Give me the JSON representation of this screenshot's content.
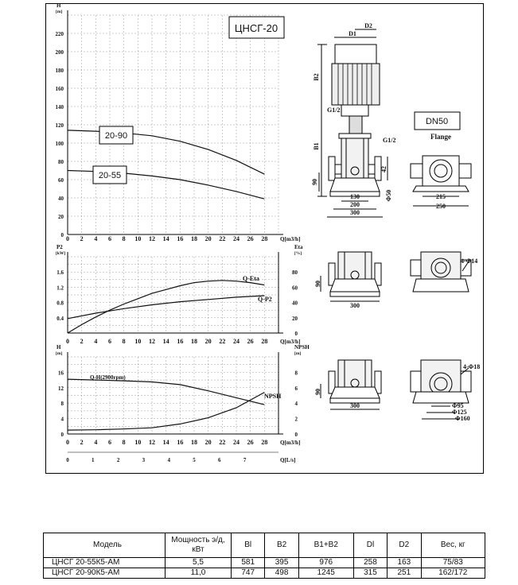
{
  "title": "ЦНСГ-20",
  "chart_data": [
    {
      "type": "line",
      "title": "",
      "ylabel": "H",
      "yunit": "[m]",
      "xlabel": "Q[m3/h]",
      "xlim": [
        0,
        30
      ],
      "ylim": [
        0,
        240
      ],
      "xticks": [
        "0",
        "2",
        "4",
        "6",
        "8",
        "10",
        "12",
        "14",
        "16",
        "18",
        "20",
        "22",
        "24",
        "26",
        "28",
        "Q[m3/h]"
      ],
      "yticks": [
        "0",
        "20",
        "40",
        "60",
        "80",
        "100",
        "120",
        "140",
        "160",
        "180",
        "200",
        "220"
      ],
      "grid": true,
      "series": [
        {
          "name": "20-90",
          "x": [
            0,
            4,
            8,
            12,
            16,
            20,
            24,
            28
          ],
          "y": [
            114,
            113,
            111,
            108,
            102,
            93,
            81,
            66
          ]
        },
        {
          "name": "20-55",
          "x": [
            0,
            4,
            8,
            12,
            16,
            20,
            24,
            28
          ],
          "y": [
            70,
            69,
            67,
            64,
            60,
            54,
            47,
            39
          ]
        }
      ]
    },
    {
      "type": "line",
      "title": "",
      "ylabel": "P2",
      "yunit": "[kW]",
      "y2label": "Eta",
      "y2unit": "[%]",
      "xlabel": "Q[m3/h]",
      "xlim": [
        0,
        30
      ],
      "ylim": [
        0,
        2.0
      ],
      "y2lim": [
        0,
        100
      ],
      "xticks": [
        "0",
        "2",
        "4",
        "6",
        "8",
        "10",
        "12",
        "14",
        "16",
        "18",
        "20",
        "22",
        "24",
        "26",
        "28",
        "Q[m3/h]"
      ],
      "yticks": [
        "0.4",
        "0.8",
        "1.2",
        "1.6"
      ],
      "y2ticks": [
        "0",
        "20",
        "40",
        "60",
        "80"
      ],
      "grid": true,
      "series": [
        {
          "name": "Q-Eta",
          "axis": "right",
          "x": [
            0,
            2,
            4,
            6,
            8,
            10,
            12,
            14,
            16,
            18,
            20,
            22,
            24,
            26,
            28
          ],
          "y": [
            0,
            11,
            21,
            30,
            38,
            45,
            52,
            57,
            62,
            66,
            68,
            69,
            68,
            66,
            63
          ]
        },
        {
          "name": "Q-P2",
          "axis": "left",
          "x": [
            0,
            4,
            8,
            12,
            16,
            20,
            24,
            28
          ],
          "y": [
            0.38,
            0.52,
            0.64,
            0.74,
            0.82,
            0.88,
            0.94,
            0.98
          ]
        }
      ]
    },
    {
      "type": "line",
      "title": "",
      "ylabel": "H",
      "yunit": "[m]",
      "y2label": "NPSH",
      "y2unit": "[m]",
      "xlabel": "Q[m3/h]",
      "xlabel2": "Q[L/s]",
      "xlim": [
        0,
        30
      ],
      "ylim": [
        0,
        20
      ],
      "y2lim": [
        0,
        10
      ],
      "xticks": [
        "0",
        "2",
        "4",
        "6",
        "8",
        "10",
        "12",
        "14",
        "16",
        "18",
        "20",
        "22",
        "24",
        "26",
        "28",
        "Q[m3/h]"
      ],
      "x2ticks": [
        "0",
        "1",
        "2",
        "3",
        "4",
        "5",
        "6",
        "7",
        "Q[L/s]"
      ],
      "yticks": [
        "0",
        "4",
        "8",
        "12",
        "16"
      ],
      "y2ticks": [
        "0",
        "2",
        "4",
        "6",
        "8"
      ],
      "grid": true,
      "series": [
        {
          "name": "Q-H(2900rpm)",
          "axis": "left",
          "x": [
            0,
            4,
            8,
            12,
            16,
            20,
            24,
            28
          ],
          "y": [
            14.2,
            14.0,
            13.8,
            13.5,
            12.8,
            11.2,
            9.4,
            7.6
          ]
        },
        {
          "name": "NPSH",
          "axis": "right",
          "x": [
            0,
            4,
            8,
            12,
            16,
            20,
            24,
            28
          ],
          "y": [
            0.5,
            0.55,
            0.65,
            0.8,
            1.3,
            2.1,
            3.4,
            5.4
          ]
        }
      ]
    }
  ],
  "drawing": {
    "labels": {
      "d1": "D1",
      "d2": "D2",
      "b1": "B1",
      "b2": "B2",
      "g12a": "G1/2",
      "g12b": "G1/2",
      "d90": "90",
      "d42": "42",
      "d130": "130",
      "d200": "200",
      "d300": "300",
      "phi50": "Φ50",
      "d215": "215",
      "d250": "250",
      "dn50": "DN50",
      "flange": "Flange",
      "d90b": "90",
      "d300b": "300",
      "holes14": "4-Φ14",
      "d90c": "90",
      "d300c": "300",
      "holes18": "4-Φ18",
      "phi95": "Φ95",
      "phi125": "Φ125",
      "phi160": "Φ160"
    }
  },
  "table": {
    "headers": [
      "Модель",
      "Мощность э/д, кВт",
      "Bl",
      "B2",
      "B1+B2",
      "Dl",
      "D2",
      "Вес, кг"
    ],
    "rows": [
      [
        "ЦНСГ 20-55К5-АМ",
        "5,5",
        "581",
        "395",
        "976",
        "258",
        "163",
        "75/83"
      ],
      [
        "ЦНСГ 20-90К5-АМ",
        "11,0",
        "747",
        "498",
        "1245",
        "315",
        "251",
        "162/172"
      ]
    ]
  }
}
